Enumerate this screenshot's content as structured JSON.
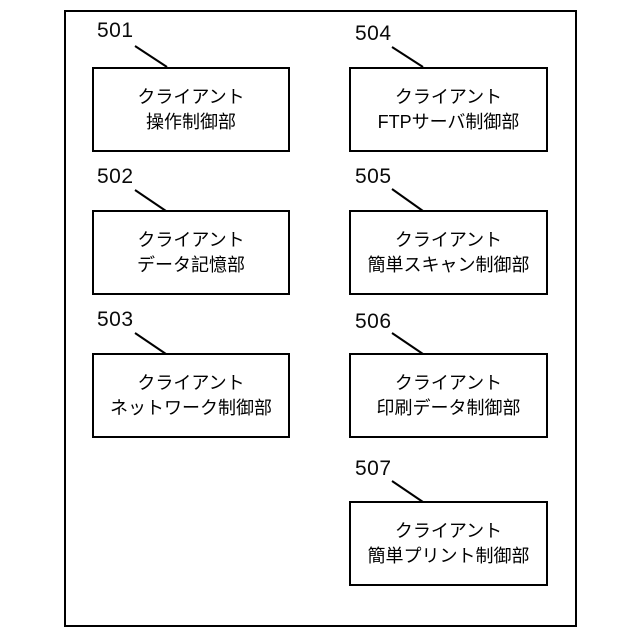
{
  "figure": {
    "background_color": "#ffffff",
    "line_color": "#000000",
    "boxes": [
      {
        "ref": "501",
        "line1": "クライアント",
        "line2": "操作制御部"
      },
      {
        "ref": "502",
        "line1": "クライアント",
        "line2": "データ記憶部"
      },
      {
        "ref": "503",
        "line1": "クライアント",
        "line2": "ネットワーク制御部"
      },
      {
        "ref": "504",
        "line1": "クライアント",
        "line2": "FTPサーバ制御部"
      },
      {
        "ref": "505",
        "line1": "クライアント",
        "line2": "簡単スキャン制御部"
      },
      {
        "ref": "506",
        "line1": "クライアント",
        "line2": "印刷データ制御部"
      },
      {
        "ref": "507",
        "line1": "クライアント",
        "line2": "簡単プリント制御部"
      }
    ]
  }
}
